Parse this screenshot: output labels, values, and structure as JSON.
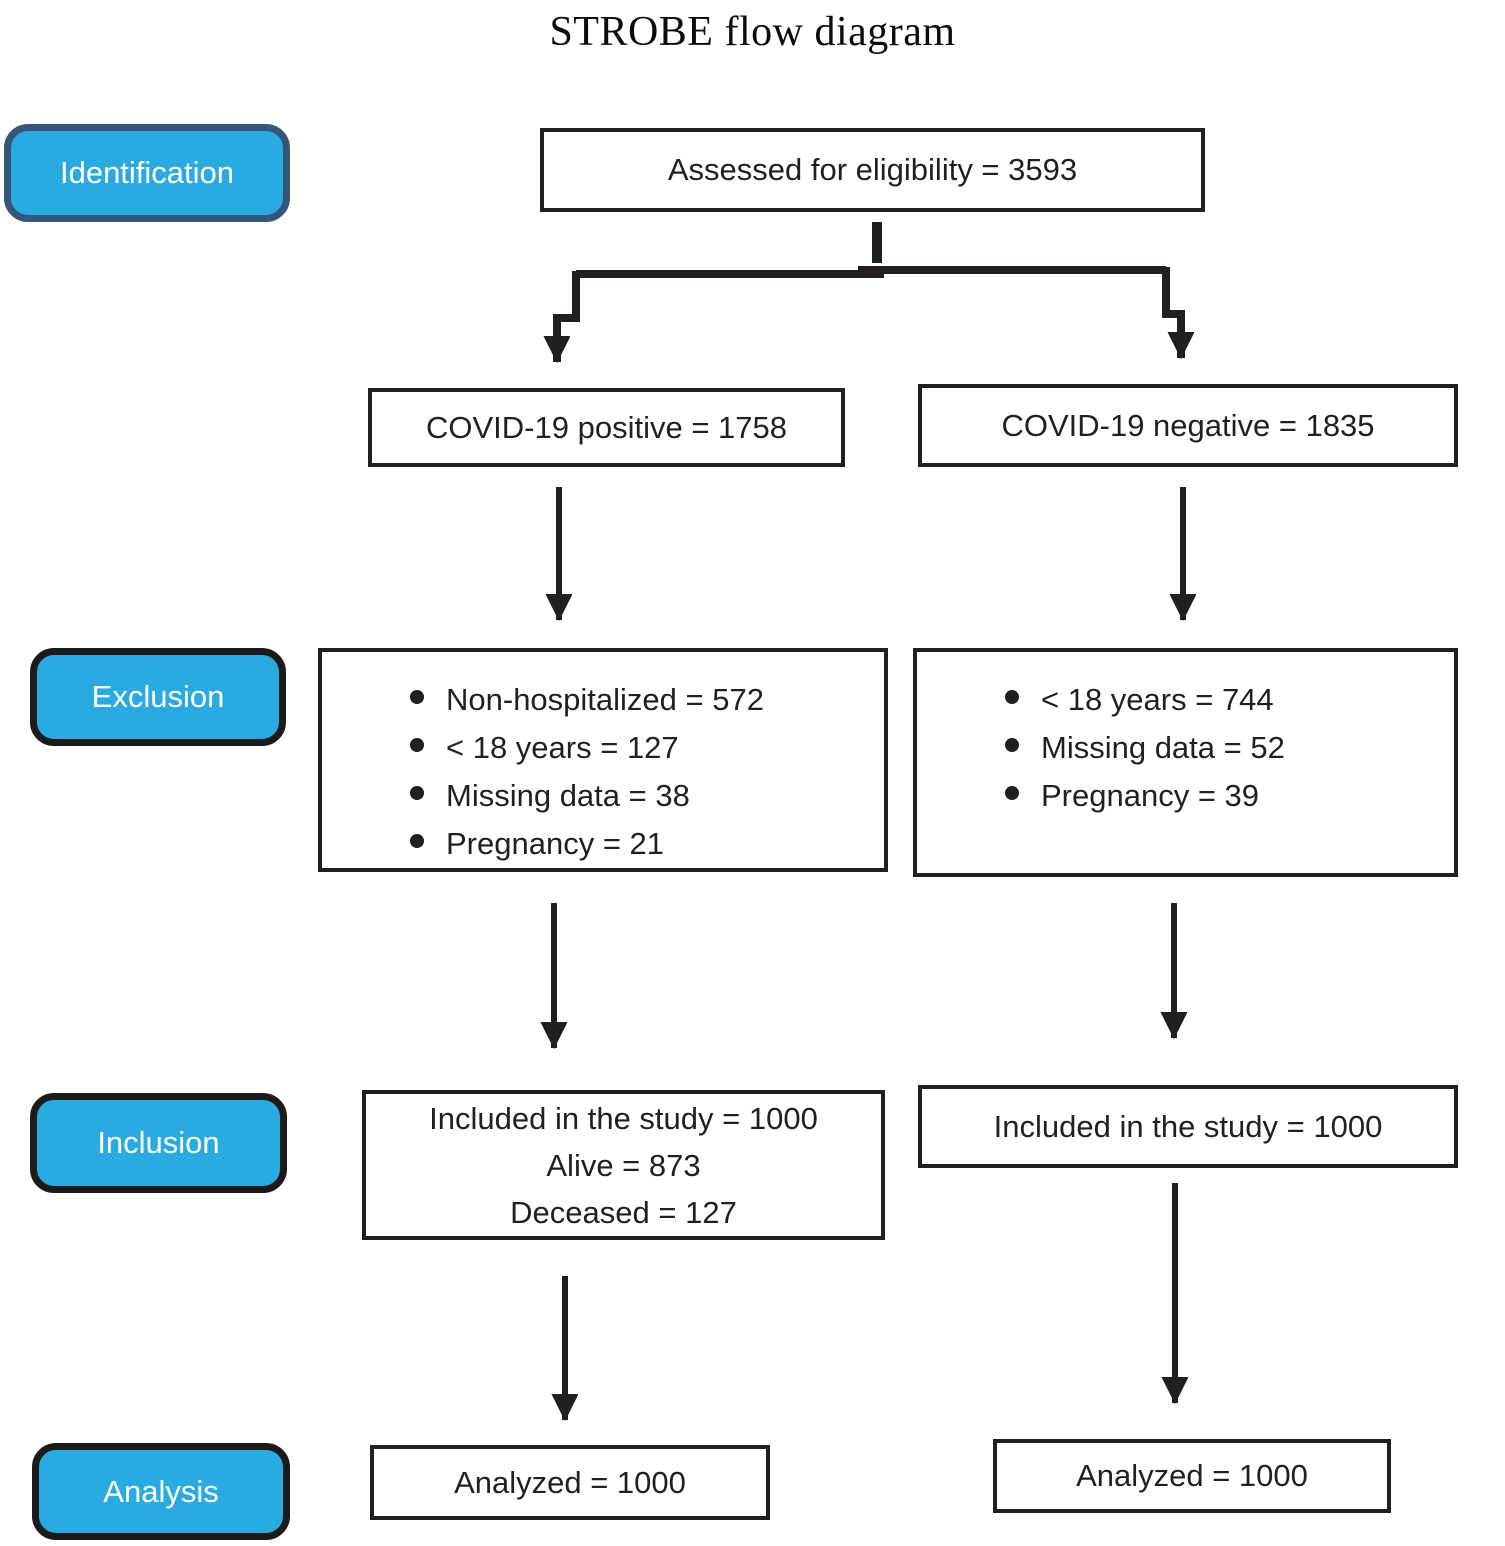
{
  "title": "STROBE flow diagram",
  "colors": {
    "background": "#FFFFFF",
    "badge_fill": "#29ABE2",
    "badge_border_first": "#35567B",
    "badge_border": "#1B1B1B",
    "badge_text": "#FFFFFF",
    "box_border": "#231F20",
    "box_bg": "#FFFFFF",
    "text": "#231F20",
    "arrow": "#231F20"
  },
  "stages": [
    {
      "label": "Identification"
    },
    {
      "label": "Exclusion"
    },
    {
      "label": "Inclusion"
    },
    {
      "label": "Analysis"
    }
  ],
  "nodes": {
    "assessed": {
      "text": "Assessed for eligibility = 3593"
    },
    "covid_positive": {
      "text": "COVID-19 positive = 1758"
    },
    "covid_negative": {
      "text": "COVID-19 negative = 1835"
    },
    "exclusion_positive": {
      "items": [
        "Non-hospitalized = 572",
        "< 18 years = 127",
        "Missing data = 38",
        "Pregnancy = 21"
      ]
    },
    "exclusion_negative": {
      "items": [
        "< 18 years = 744",
        "Missing data = 52",
        "Pregnancy = 39"
      ]
    },
    "inclusion_positive": {
      "lines": [
        "Included in the study = 1000",
        "Alive = 873",
        "Deceased = 127"
      ]
    },
    "inclusion_negative": {
      "text": "Included in the study = 1000"
    },
    "analyzed_positive": {
      "text": "Analyzed = 1000"
    },
    "analyzed_negative": {
      "text": "Analyzed = 1000"
    }
  }
}
